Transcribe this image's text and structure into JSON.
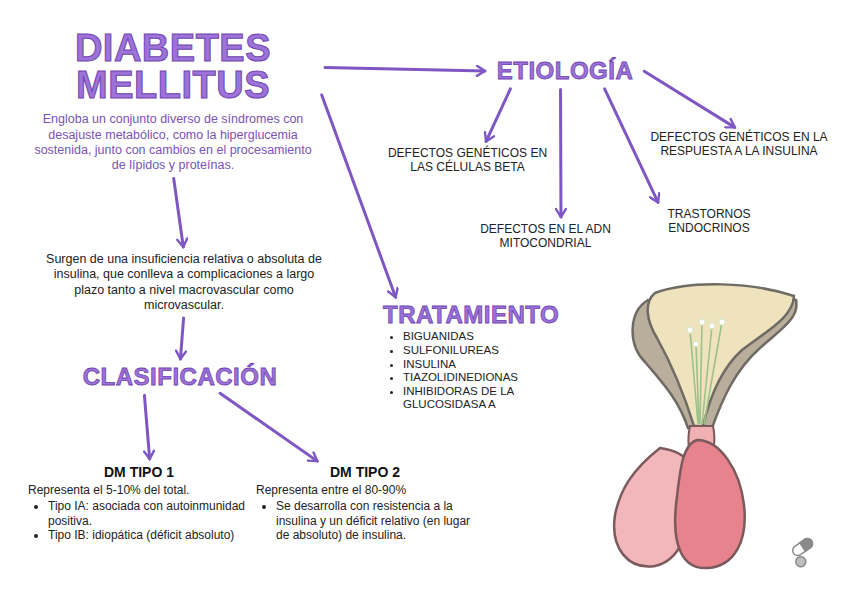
{
  "diagram": {
    "nodes": [
      {
        "text": [
          "DIABETES MELLITUS",
          "Engloba un conjunto diverso de síndromes con desajuste metabólico, como la hiperglucemia sostenida, junto con cambios en el procesamiento de lípidos y proteínas."
        ]
      },
      {
        "text": [
          "Surgen de una insuficiencia relativa o absoluta de insulina, que conlleva a complicaciones a largo plazo tanto a nivel macrovascular como microvascular."
        ]
      },
      {
        "text": [
          "CLASIFICACIÓN"
        ]
      },
      {
        "text": [
          "DM TIPO 1",
          "Representa el 5-10% del total.",
          "Tipo IA: asociada con autoinmunidad positiva.",
          "Tipo IB: idiopática (déficit absoluto)"
        ]
      },
      {
        "text": [
          "DM TIPO 2",
          "Representa entre el 80-90%",
          "Se desarrolla con resistencia a la insulina y un déficit relativo (en lugar de absoluto) de insulina."
        ]
      },
      {
        "text": [
          "ETIOLOGÍA"
        ]
      },
      {
        "text": [
          "DEFECTOS GENÉTICOS EN LAS CÉLULAS BETA"
        ]
      },
      {
        "text": [
          "DEFECTOS EN EL ADN MITOCONDRIAL"
        ]
      },
      {
        "text": [
          "TRASTORNOS ENDOCRINOS"
        ]
      },
      {
        "text": [
          "DEFECTOS GENÉTICOS EN LA RESPUESTA A LA INSULINA"
        ]
      },
      {
        "text": [
          "TRATAMIENTO",
          "BIGUANIDAS",
          "SULFONILUREAS",
          "INSULINA",
          "TIAZOLIDINEDIONAS",
          "INHIBIDORAS DE LA GLUCOSIDASA A"
        ]
      }
    ],
    "edges": [
      {
        "from": 0,
        "to": 5,
        "arrow": "to"
      },
      {
        "from": 0,
        "to": 10,
        "arrow": "to"
      },
      {
        "from": 0,
        "to": 1,
        "arrow": "to"
      },
      {
        "from": 1,
        "to": 2,
        "arrow": "to"
      },
      {
        "from": 2,
        "to": 3,
        "arrow": "to"
      },
      {
        "from": 2,
        "to": 4,
        "arrow": "to"
      },
      {
        "from": 5,
        "to": 6,
        "arrow": "to"
      },
      {
        "from": 5,
        "to": 7,
        "arrow": "to"
      },
      {
        "from": 5,
        "to": 8,
        "arrow": "to"
      },
      {
        "from": 5,
        "to": 9,
        "arrow": "to"
      }
    ]
  }
}
